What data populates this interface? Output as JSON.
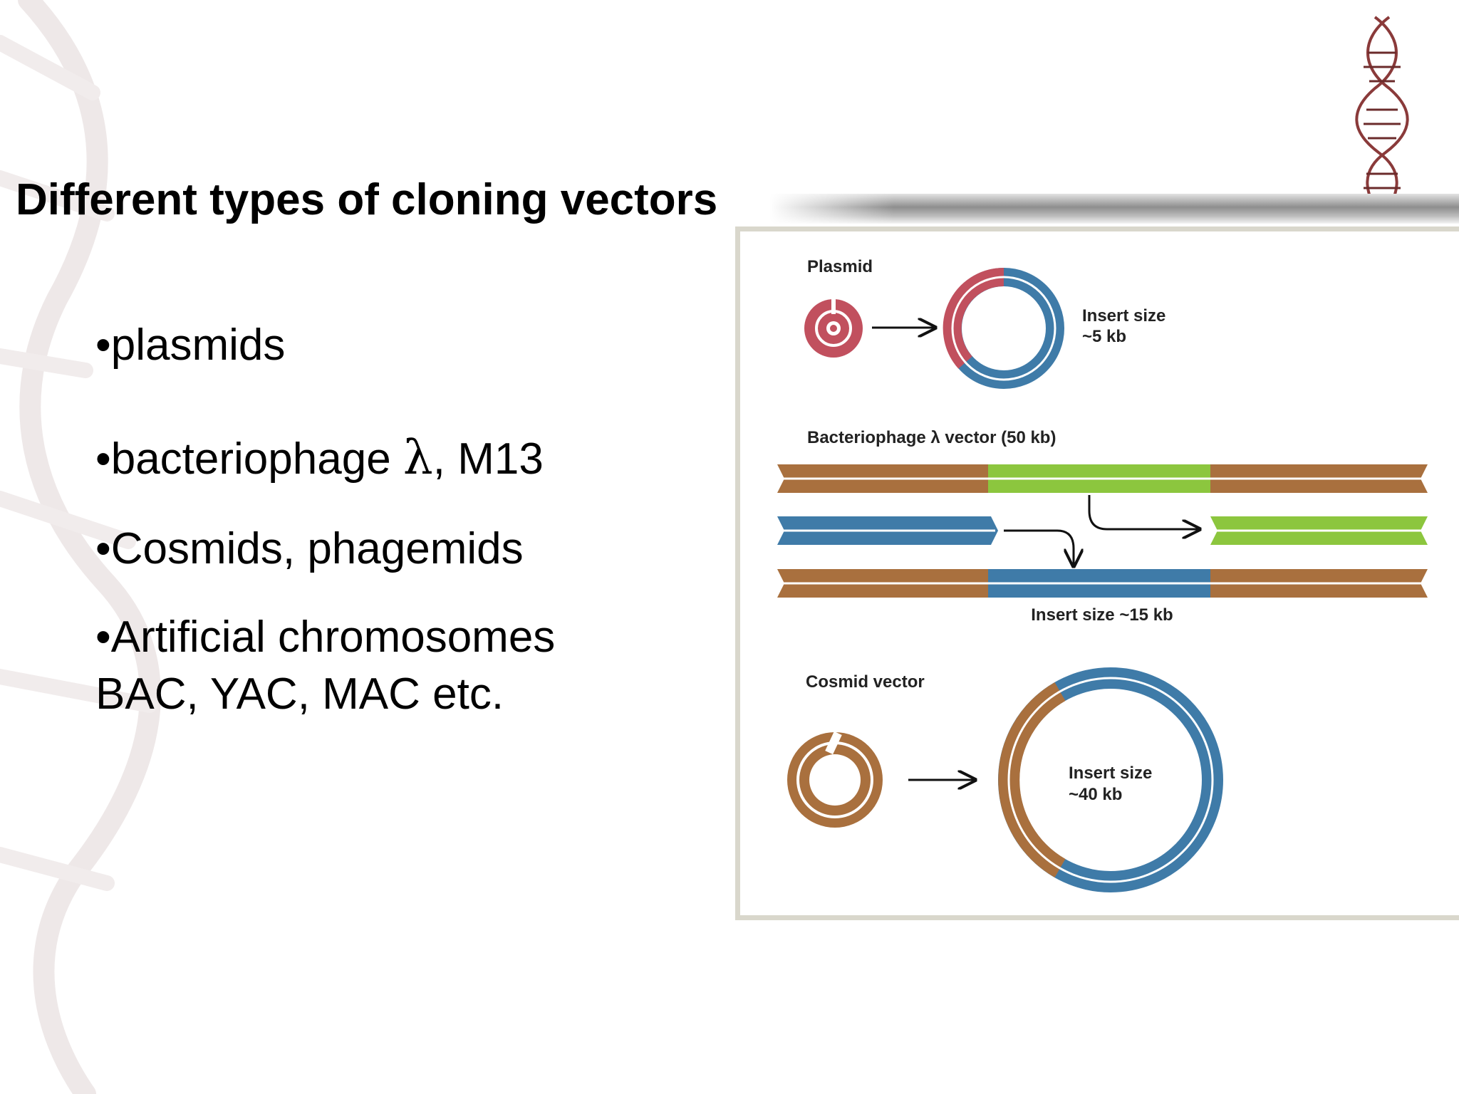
{
  "slide": {
    "title": "Different types of cloning vectors",
    "bullets": [
      {
        "text": "•plasmids"
      },
      {
        "text_before": "•bacteriophage ",
        "symbol": "λ",
        "text_after": ", M13"
      },
      {
        "text": "•Cosmids, phagemids"
      },
      {
        "line1": "•Artificial chromosomes",
        "line2": "BAC, YAC, MAC etc."
      }
    ]
  },
  "diagram": {
    "plasmid": {
      "heading": "Plasmid",
      "insert_line1": "Insert size",
      "insert_line2": "~5 kb"
    },
    "lambda": {
      "heading": "Bacteriophage λ vector (50 kb)",
      "insert_label": "Insert size ~15 kb"
    },
    "cosmid": {
      "heading": "Cosmid vector",
      "insert_line1": "Insert size",
      "insert_line2": "~40 kb"
    }
  },
  "colors": {
    "vector_brown": "#a9703e",
    "insert_blue": "#3f7ba8",
    "stuffer_green": "#8cc63e",
    "plasmid_red": "#c1505e",
    "panel_border": "#d9d7cc"
  },
  "icons": [
    "dna-helix-icon",
    "arrow-right-icon",
    "arrow-down-icon"
  ]
}
